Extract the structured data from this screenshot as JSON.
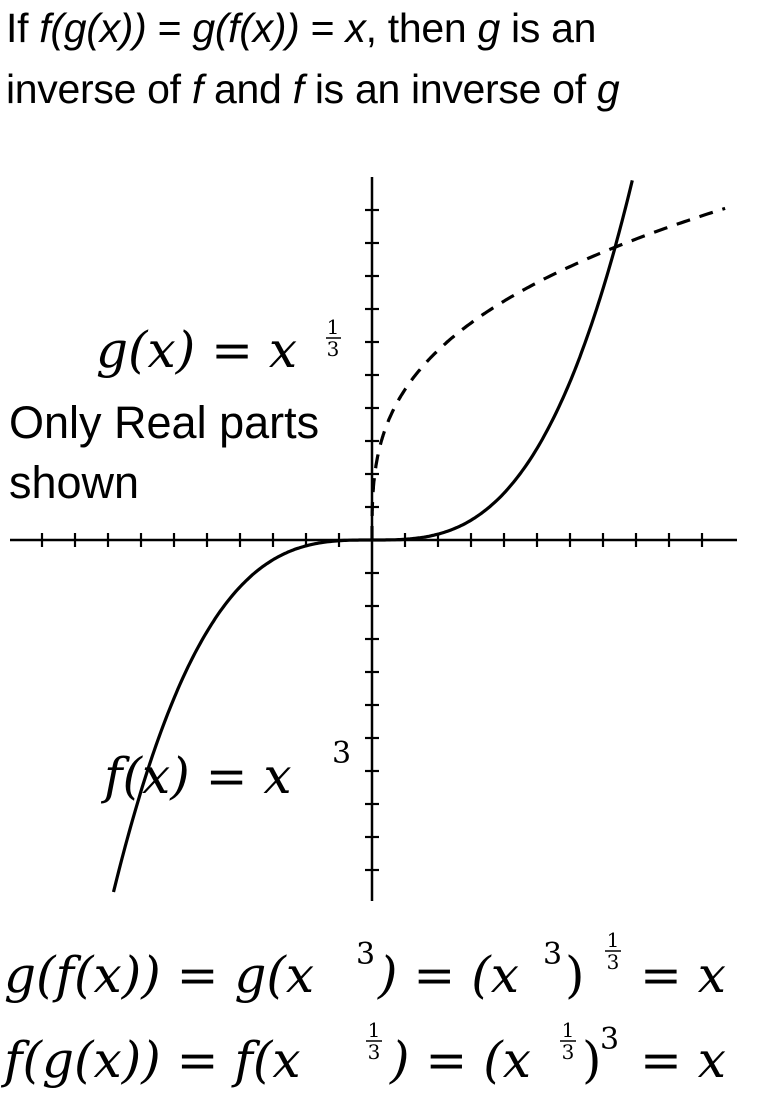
{
  "header": {
    "line1": {
      "prefix": "If ",
      "expr1": "f(g(x))",
      "eq1": " = ",
      "expr2": "g(f(x))",
      "eq2": " = ",
      "var_x": "x",
      "mid": ", then ",
      "var_g": "g",
      "suffix": " is an"
    },
    "line2": {
      "prefix": "inverse of ",
      "var_f1": "f",
      "mid1": " and ",
      "var_f2": "f",
      "mid2": " is an inverse of ",
      "var_g": "g"
    }
  },
  "graph": {
    "g_label": {
      "lhs": "g(x) = x",
      "num": "1",
      "den": "3"
    },
    "note": {
      "line1": "Only Real parts",
      "line2": "shown"
    },
    "f_label": {
      "lhs": "f(x) = x",
      "exp": "3"
    }
  },
  "chart_data": {
    "type": "line",
    "series": [
      {
        "name": "f(x) = x^3",
        "style": "solid",
        "function": "x^3"
      },
      {
        "name": "g(x) = x^(1/3)",
        "style": "dashed",
        "function": "x^(1/3)",
        "domain": "x >= 0"
      }
    ],
    "xlim": [
      -11,
      11
    ],
    "ylim": [
      -11,
      11
    ],
    "x_tick_step": 1,
    "y_tick_step": 1,
    "grid": false
  },
  "equations": {
    "eq1": {
      "a": "g(f(x)) = g(x",
      "a_exp": "3",
      "b": ") = (x",
      "b_exp": "3",
      "c": ")",
      "frac_num": "1",
      "frac_den": "3",
      "d": "= x"
    },
    "eq2": {
      "a": "f(g(x)) = f(x",
      "frac1_num": "1",
      "frac1_den": "3",
      "b": ") = (x",
      "frac2_num": "1",
      "frac2_den": "3",
      "c": ")",
      "c_exp": "3",
      "d": "= x"
    }
  },
  "colors": {
    "ink": "#000000",
    "background": "#ffffff"
  }
}
